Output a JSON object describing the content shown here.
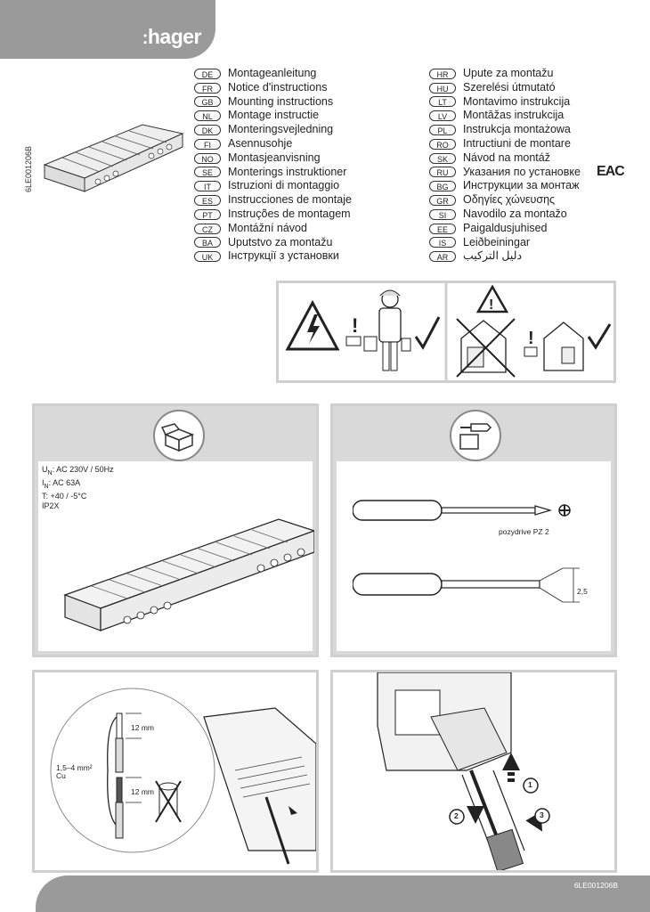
{
  "brand": "hager",
  "doc_id": "6LE001206B",
  "languages_left": [
    {
      "code": "DE",
      "label": "Montageanleitung"
    },
    {
      "code": "FR",
      "label": "Notice d'instructions"
    },
    {
      "code": "GB",
      "label": "Mounting instructions"
    },
    {
      "code": "NL",
      "label": "Montage instructie"
    },
    {
      "code": "DK",
      "label": "Monteringsvejledning"
    },
    {
      "code": "FI",
      "label": "Asennusohje"
    },
    {
      "code": "NO",
      "label": "Montasjeanvisning"
    },
    {
      "code": "SE",
      "label": "Monterings instruktioner"
    },
    {
      "code": "IT",
      "label": "Istruzioni di montaggio"
    },
    {
      "code": "ES",
      "label": "Instrucciones de montaje"
    },
    {
      "code": "PT",
      "label": "Instruções de montagem"
    },
    {
      "code": "CZ",
      "label": "Montážní návod"
    },
    {
      "code": "BA",
      "label": "Uputstvo za montažu"
    },
    {
      "code": "UK",
      "label": "Інструкції з установки"
    }
  ],
  "languages_right": [
    {
      "code": "HR",
      "label": "Upute za montažu"
    },
    {
      "code": "HU",
      "label": "Szerelési útmutató"
    },
    {
      "code": "LT",
      "label": "Montavimo instrukcija"
    },
    {
      "code": "LV",
      "label": "Montāžas instrukcija"
    },
    {
      "code": "PL",
      "label": "Instrukcja montażowa"
    },
    {
      "code": "RO",
      "label": "Intructiuni de montare"
    },
    {
      "code": "SK",
      "label": "Návod na montáž"
    },
    {
      "code": "RU",
      "label": "Указания по установке"
    },
    {
      "code": "BG",
      "label": "Инструкции за монтаж"
    },
    {
      "code": "GR",
      "label": "Οδηγίες χώνευσης"
    },
    {
      "code": "SI",
      "label": "Navodilo za montažo"
    },
    {
      "code": "EE",
      "label": "Paigaldusjuhised"
    },
    {
      "code": "IS",
      "label": "Leiðbeiningar"
    },
    {
      "code": "AR",
      "label": "دليل التركيب"
    }
  ],
  "eac_mark": "EAC",
  "specs": {
    "un_sym": "U",
    "un_sub": "N",
    "un_val": ": AC 230V / 50Hz",
    "in_sym": "I",
    "in_sub": "N",
    "in_val": ": AC 63A",
    "temp": "T: +40 / -5°C",
    "ip": "IP2X"
  },
  "tools": {
    "pozidrive_label": "pozydrive PZ 2",
    "blade_width": "2,5"
  },
  "wiring": {
    "strip_length_top": "12 mm",
    "strip_length_bottom": "12 mm",
    "cross_section": "1,5–4 mm²",
    "material": "Cu"
  },
  "steps": {
    "one": "1",
    "two": "2",
    "three": "3"
  },
  "icons": [
    "hazard-lightning-icon",
    "warning-icon",
    "checkmark-icon",
    "box-icon",
    "wrench-icon",
    "cross-icon",
    "screwdriver-icon"
  ]
}
